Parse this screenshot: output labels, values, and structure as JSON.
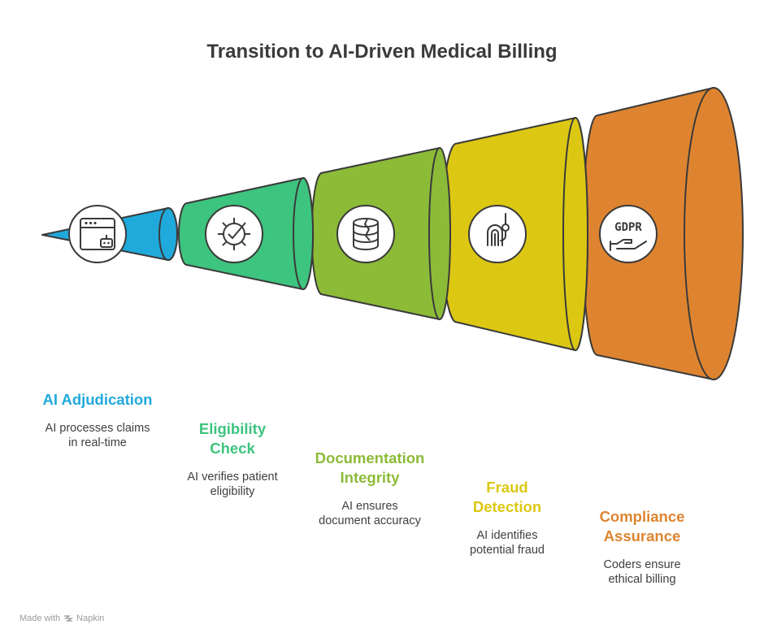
{
  "title": "Transition to AI-Driven Medical Billing",
  "stages": [
    {
      "title_lines": [
        "AI Adjudication"
      ],
      "desc_lines": [
        "AI processes claims",
        "in real-time"
      ],
      "color": "#20a9db",
      "icon": "browser-robot-icon"
    },
    {
      "title_lines": [
        "Eligibility",
        "Check"
      ],
      "desc_lines": [
        "AI verifies patient",
        "eligibility"
      ],
      "color": "#3dc47e",
      "icon": "gear-check-icon"
    },
    {
      "title_lines": [
        "Documentation",
        "Integrity"
      ],
      "desc_lines": [
        "AI ensures",
        "document accuracy"
      ],
      "color": "#8cbb38",
      "icon": "cracked-database-icon"
    },
    {
      "title_lines": [
        "Fraud",
        "Detection"
      ],
      "desc_lines": [
        "AI identifies",
        "potential fraud"
      ],
      "color": "#dcc813",
      "icon": "fingerprint-icon"
    },
    {
      "title_lines": [
        "Compliance",
        "Assurance"
      ],
      "desc_lines": [
        "Coders ensure",
        "ethical billing"
      ],
      "color": "#de8430",
      "icon": "gdpr-hand-icon"
    }
  ],
  "gdpr_label": "GDPR",
  "footer": {
    "prefix": "Made with",
    "brand": "Napkin"
  }
}
